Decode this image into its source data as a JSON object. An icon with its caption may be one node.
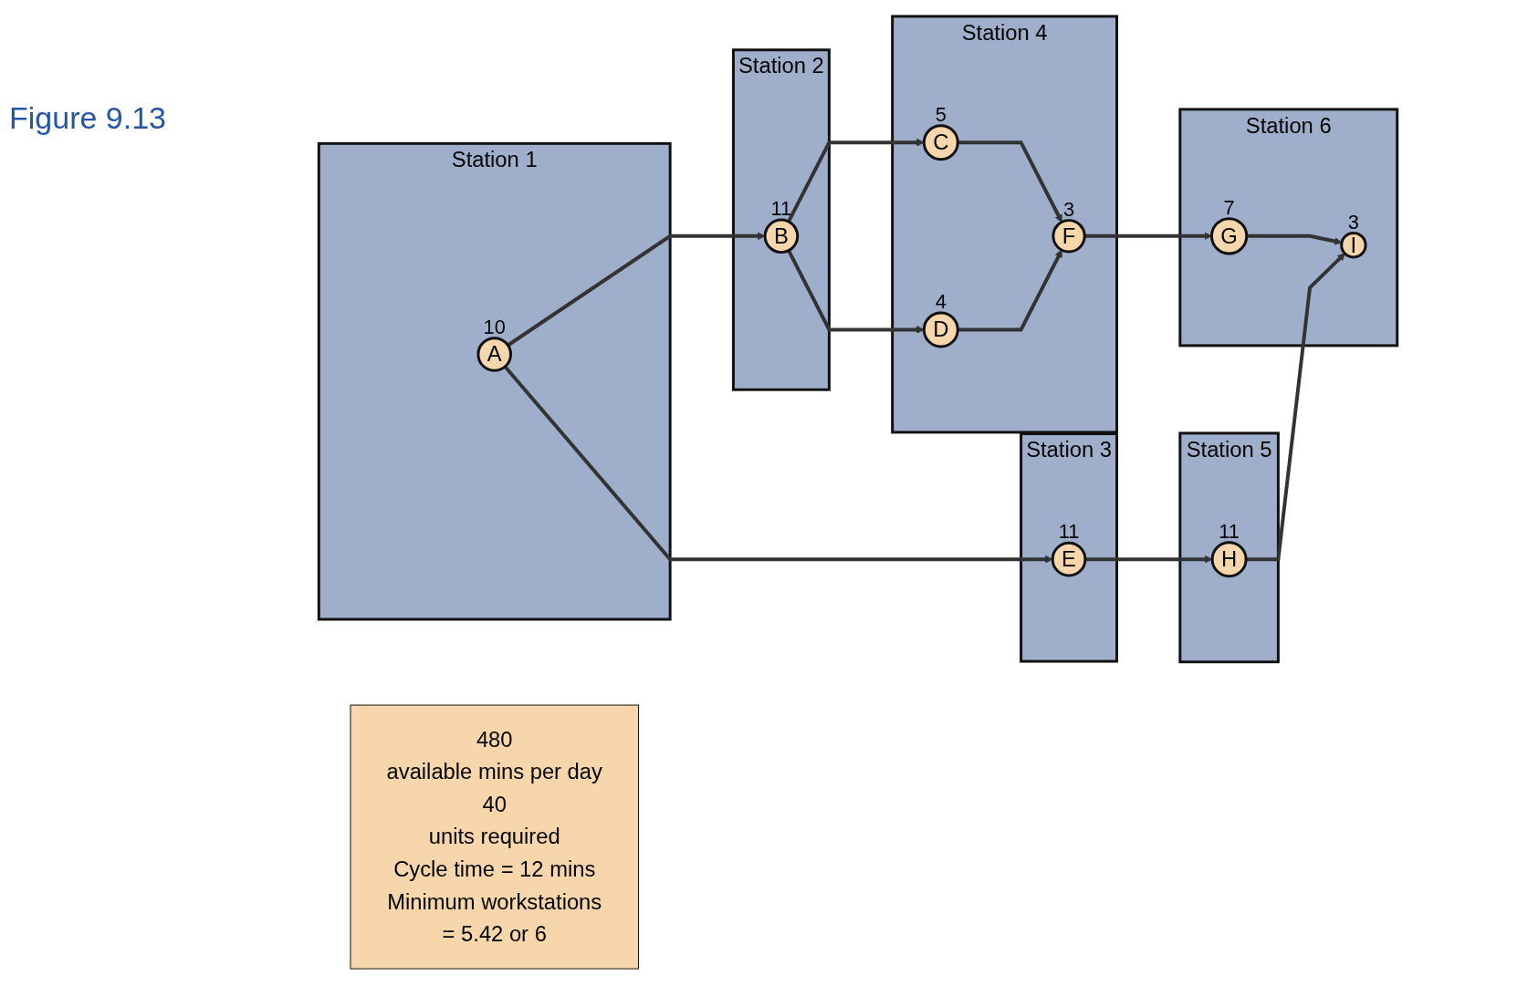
{
  "diagram": {
    "title": "Figure 9.13",
    "nodes": [
      {
        "text": [
          "Station 1"
        ]
      },
      {
        "text": [
          "A"
        ],
        "in": 0,
        "beside": [
          "10"
        ]
      },
      {
        "text": [
          "Station 2"
        ]
      },
      {
        "text": [
          "B"
        ],
        "in": 2,
        "beside": [
          "11"
        ]
      },
      {
        "text": [
          "Station 4"
        ]
      },
      {
        "text": [
          "C"
        ],
        "in": 4,
        "beside": [
          "5"
        ]
      },
      {
        "text": [
          "D"
        ],
        "in": 4,
        "beside": [
          "4"
        ]
      },
      {
        "text": [
          "F"
        ],
        "in": 4,
        "beside": [
          "3"
        ]
      },
      {
        "text": [
          "Station 3"
        ]
      },
      {
        "text": [
          "E"
        ],
        "in": 8,
        "beside": [
          "11"
        ]
      },
      {
        "text": [
          "Station 5"
        ]
      },
      {
        "text": [
          "H"
        ],
        "in": 10,
        "beside": [
          "11"
        ]
      },
      {
        "text": [
          "Station 6"
        ]
      },
      {
        "text": [
          "G"
        ],
        "in": 12,
        "beside": [
          "7"
        ]
      },
      {
        "text": [
          "I"
        ],
        "in": 12,
        "beside": [
          "3"
        ]
      },
      {
        "text": [
          "480",
          "available mins per day",
          "40",
          "units required",
          "Cycle time = 12 mins",
          "Minimum workstations",
          "= 5.42 or 6"
        ]
      }
    ],
    "edges": [
      {
        "from": 1,
        "to": 3,
        "arrow": "to"
      },
      {
        "from": 1,
        "to": 9,
        "arrow": "to"
      },
      {
        "from": 3,
        "to": 5,
        "arrow": "to"
      },
      {
        "from": 3,
        "to": 6,
        "arrow": "to"
      },
      {
        "from": 5,
        "to": 7,
        "arrow": "to"
      },
      {
        "from": 6,
        "to": 7,
        "arrow": "to"
      },
      {
        "from": 7,
        "to": 13,
        "arrow": "to"
      },
      {
        "from": 9,
        "to": 11,
        "arrow": "to"
      },
      {
        "from": 13,
        "to": 14,
        "arrow": "to"
      },
      {
        "from": 11,
        "to": 14,
        "arrow": "to"
      }
    ]
  }
}
